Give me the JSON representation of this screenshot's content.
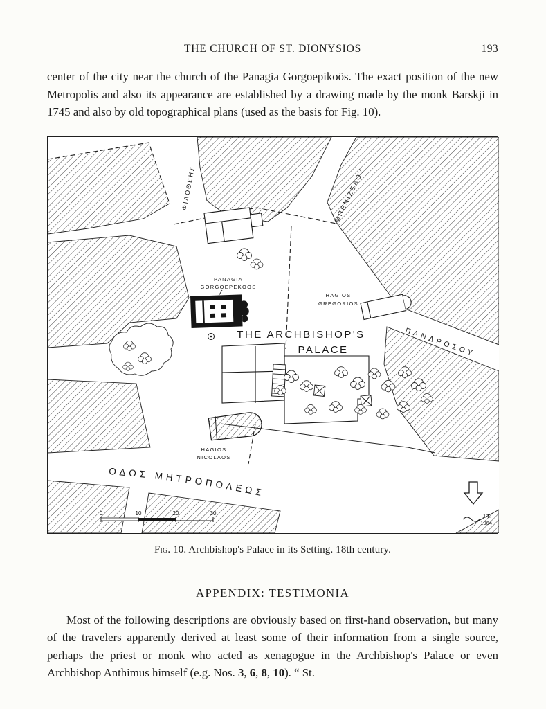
{
  "page": {
    "header": {
      "title": "THE CHURCH OF ST. DIONYSIOS",
      "page_number": "193"
    },
    "intro_paragraph": "center of the city near the church of the Panagia Gorgoepikoös.  The exact position of the new Metropolis and also its appearance are established by a drawing made by the monk Barskji in 1745 and also by old topographical plans (used as the basis for Fig. 10).",
    "figure": {
      "caption_label": "Fig. 10.",
      "caption_text": " Archbishop's Palace in its Setting.  18th century.",
      "map_labels": {
        "street_filotheis": "ΦΙΛΟΘΕΗΣ",
        "street_mpenizelou": "ΜΠΕΝΙΖΕΛΟΥ",
        "street_pandrosou": "ΠΑΝΔΡΟΣΟΥ",
        "street_mitropoleos": "ΟΔΟΣ ΜΗΤΡΟΠΟΛΕΩΣ",
        "panagia_line1": "PANAGIA",
        "panagia_line2": "GORGOEPEKOOS",
        "hagios_gregorios_line1": "HAGIOS",
        "hagios_gregorios_line2": "GREGORIOS",
        "palace_line1": "THE ARCHBISHOP'S",
        "palace_line2": "PALACE",
        "hagios_nicolaos_line1": "HAGIOS",
        "hagios_nicolaos_line2": "NICOLAOS",
        "scale_ticks": [
          "0",
          "10",
          "20",
          "30"
        ],
        "credit_line1": "J.T.",
        "credit_line2": "1964"
      }
    },
    "appendix": {
      "heading": "APPENDIX: TESTIMONIA",
      "para_part1": "Most of the following descriptions are obviously based on first-hand observation, but many of the travelers apparently derived at least some of their information from a single source, perhaps the priest or monk who acted as xenagogue in the Archbishop's Palace or even Archbishop Anthimus himself (e.g. Nos. ",
      "num1": "3",
      "sep1": ", ",
      "num2": "6",
      "sep2": ", ",
      "num3": "8",
      "sep3": ", ",
      "num4": "10",
      "para_part2": ").  “ St."
    }
  }
}
